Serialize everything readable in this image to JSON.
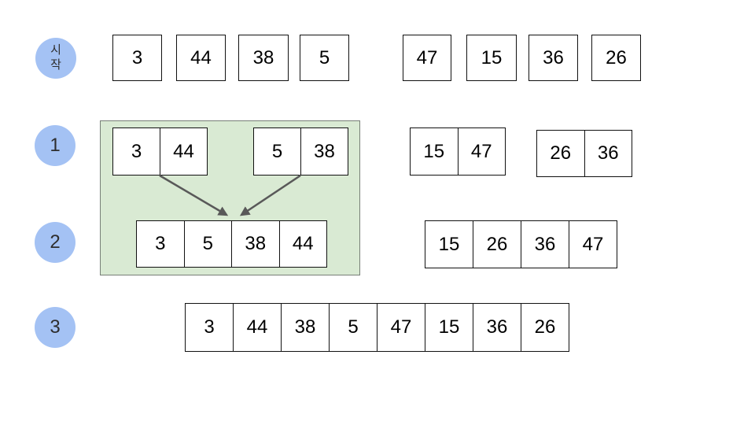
{
  "diagram": {
    "kind": "merge-step-diagram",
    "language": "ko"
  },
  "labels": {
    "start": "시작",
    "step1": "1",
    "step2": "2",
    "step3": "3"
  },
  "rows": {
    "start": {
      "left": [
        "3",
        "44",
        "38",
        "5"
      ],
      "right": [
        "47",
        "15",
        "36",
        "26"
      ]
    },
    "step1": {
      "pairs": [
        [
          "3",
          "44"
        ],
        [
          "5",
          "38"
        ],
        [
          "15",
          "47"
        ],
        [
          "26",
          "36"
        ]
      ]
    },
    "step2": {
      "left": [
        "3",
        "5",
        "38",
        "44"
      ],
      "right": [
        "15",
        "26",
        "36",
        "47"
      ]
    },
    "step3": {
      "cells": [
        "3",
        "44",
        "38",
        "5",
        "47",
        "15",
        "36",
        "26"
      ]
    }
  },
  "icons": {
    "merge_arrows": "two arrows converging from pairs [3,44] and [5,38] down into merged run [3,5,38,44]"
  },
  "colors": {
    "circle_fill": "#a4c2f4",
    "circle_text": "#2e2e2e",
    "green_fill": "#d9ead3",
    "green_border": "#777f77",
    "box_fill": "#ffffff",
    "box_border": "#111111",
    "arrow": "#595959"
  }
}
